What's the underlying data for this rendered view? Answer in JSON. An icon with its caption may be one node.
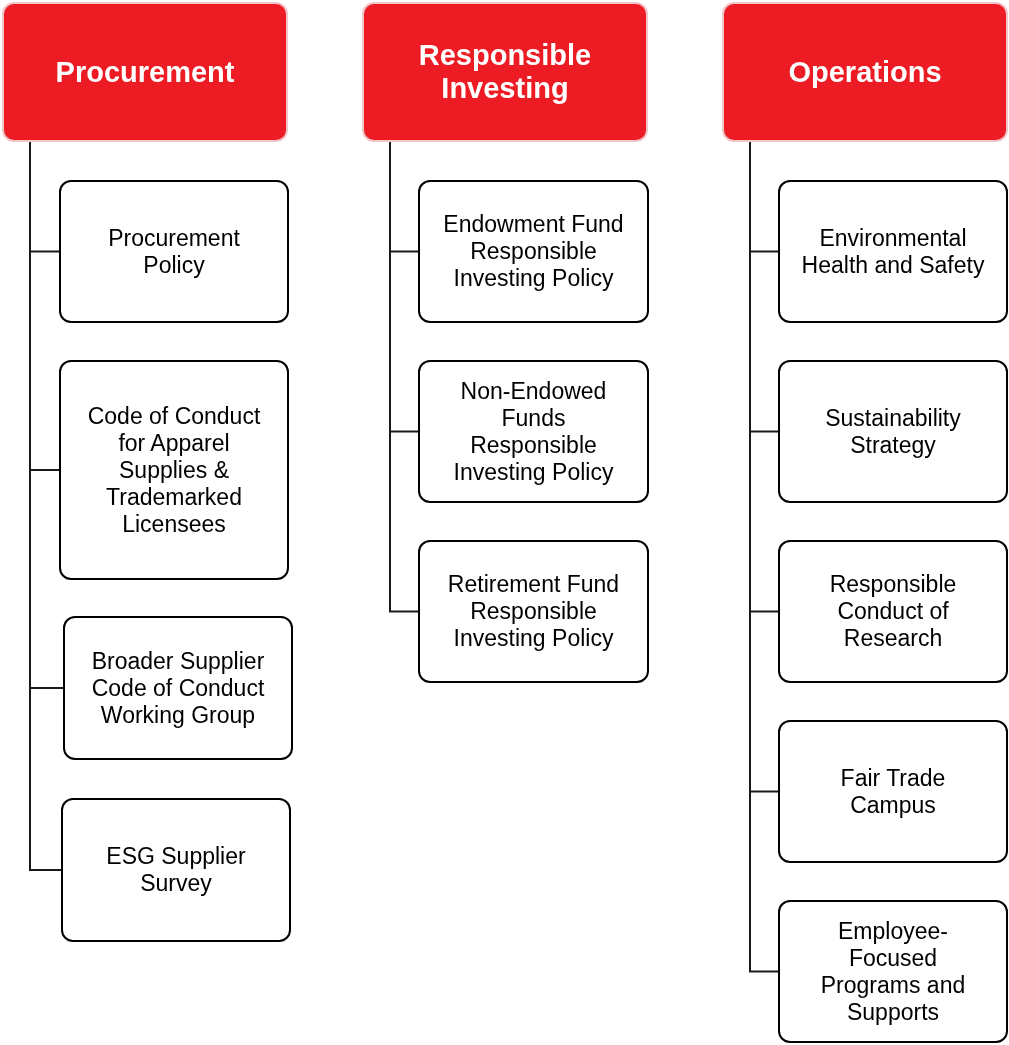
{
  "diagram": {
    "nodes": [
      {
        "text": [
          "Procurement"
        ]
      },
      {
        "text": [
          "Procurement Policy"
        ]
      },
      {
        "text": [
          "Code of Conduct for Apparel Supplies & Trademarked Licensees"
        ]
      },
      {
        "text": [
          "Broader Supplier Code of Conduct Working Group"
        ]
      },
      {
        "text": [
          "ESG Supplier Survey"
        ]
      },
      {
        "text": [
          "Responsible Investing"
        ]
      },
      {
        "text": [
          "Endowment Fund Responsible Investing Policy"
        ]
      },
      {
        "text": [
          "Non-Endowed Funds Responsible Investing Policy"
        ]
      },
      {
        "text": [
          "Retirement Fund Responsible Investing Policy"
        ]
      },
      {
        "text": [
          "Operations"
        ]
      },
      {
        "text": [
          "Environmental Health and Safety"
        ]
      },
      {
        "text": [
          "Sustainability Strategy"
        ]
      },
      {
        "text": [
          "Responsible Conduct of Research"
        ]
      },
      {
        "text": [
          "Fair Trade Campus"
        ]
      },
      {
        "text": [
          "Employee-Focused Programs and Supports"
        ]
      }
    ],
    "edges": [
      {
        "from": 0,
        "to": 1,
        "arrow": "none"
      },
      {
        "from": 0,
        "to": 2,
        "arrow": "none"
      },
      {
        "from": 0,
        "to": 3,
        "arrow": "none"
      },
      {
        "from": 0,
        "to": 4,
        "arrow": "none"
      },
      {
        "from": 5,
        "to": 6,
        "arrow": "none"
      },
      {
        "from": 5,
        "to": 7,
        "arrow": "none"
      },
      {
        "from": 5,
        "to": 8,
        "arrow": "none"
      },
      {
        "from": 9,
        "to": 10,
        "arrow": "none"
      },
      {
        "from": 9,
        "to": 11,
        "arrow": "none"
      },
      {
        "from": 9,
        "to": 12,
        "arrow": "none"
      },
      {
        "from": 9,
        "to": 13,
        "arrow": "none"
      },
      {
        "from": 9,
        "to": 14,
        "arrow": "none"
      }
    ]
  }
}
